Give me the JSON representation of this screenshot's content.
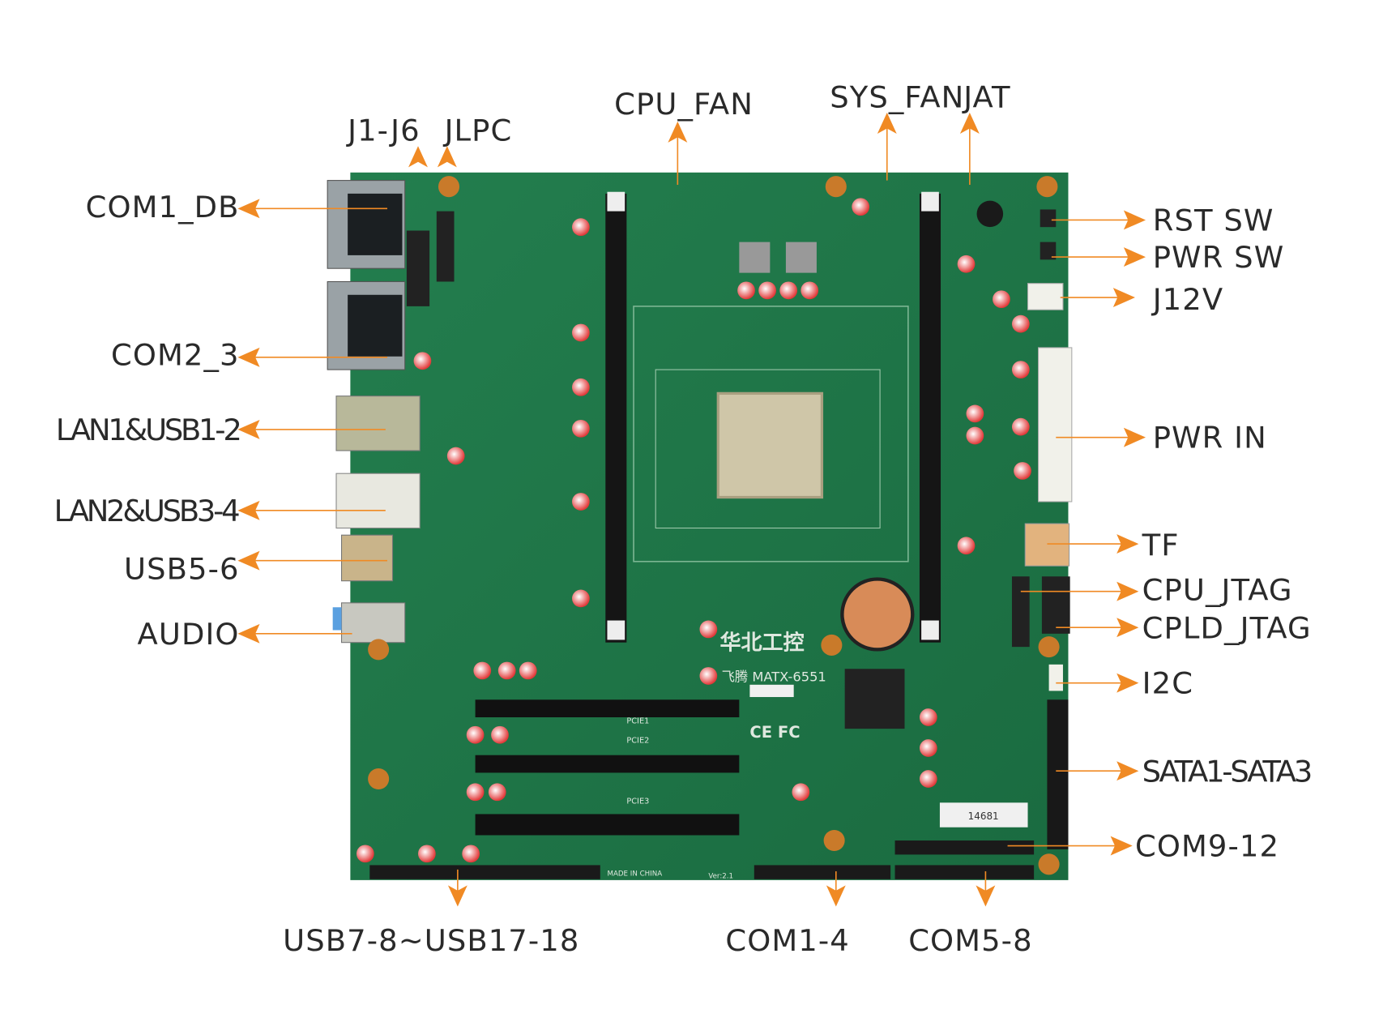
{
  "title": "MATX-6551 motherboard connector layout",
  "board": {
    "brand_logo": "华北工控",
    "model": "飞腾 MATX-6551",
    "certifications": "CE FC",
    "slot_labels": [
      "PCIE1",
      "PCIE2",
      "PCIE3"
    ],
    "made_in": "MADE IN CHINA",
    "version": "Ver:2.1",
    "sticker_code": "14681",
    "colors": {
      "pcb": "#1f7a4a",
      "accent": "#f08a24",
      "slot": "#111111"
    }
  },
  "labels": {
    "com1_db": "COM1_DB",
    "com2_3": "COM2_3",
    "lan1_usb1_2": "LAN1&USB1-2",
    "lan2_usb3_4": "LAN2&USB3-4",
    "usb5_6": "USB5-6",
    "audio": "AUDIO",
    "j1_j6": "J1-J6",
    "jlpc": "JLPC",
    "cpu_fan": "CPU_FAN",
    "sys_fan": "SYS_FAN",
    "jat": "JAT",
    "rst_sw": "RST SW",
    "pwr_sw": "PWR SW",
    "j12v": "J12V",
    "pwr_in": "PWR IN",
    "tf": "TF",
    "cpu_jtag": "CPU_JTAG",
    "cpld_jtag": "CPLD_JTAG",
    "i2c": "I2C",
    "sata": "SATA1-SATA3",
    "com9_12": "COM9-12",
    "usb7_18": "USB7-8~USB17-18",
    "com1_4": "COM1-4",
    "com5_8": "COM5-8"
  }
}
